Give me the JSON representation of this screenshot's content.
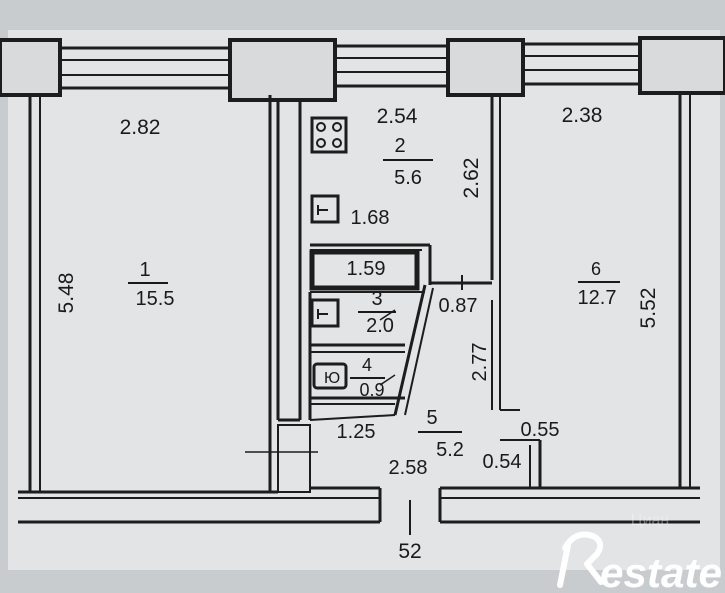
{
  "colors": {
    "background": "#c9ccce",
    "wall": "#1d1d1d",
    "paper": "#e4e6e7",
    "watermark": "#ffffff"
  },
  "rooms": [
    {
      "number": "1",
      "area": "15.5"
    },
    {
      "number": "2",
      "area": "5.6"
    },
    {
      "number": "3",
      "area": "2.0"
    },
    {
      "number": "4",
      "area": "0.9"
    },
    {
      "number": "5",
      "area": "5.2"
    },
    {
      "number": "6",
      "area": "12.7"
    }
  ],
  "dimensions": {
    "room1_width": "2.82",
    "room1_length": "5.48",
    "room2_width": "2.54",
    "room2_length": "2.62",
    "room2_partition": "1.68",
    "room3_width": "1.59",
    "passage_width": "0.87",
    "hall_length": "2.77",
    "hall_width_top": "1.25",
    "hall_width_bottom": "2.58",
    "niche_width": "0.55",
    "niche_depth": "0.54",
    "room6_width": "2.38",
    "room6_length": "5.52"
  },
  "fixture_symbols": {
    "bath_symbol": "Ю"
  },
  "apartment_number": "52",
  "watermark": {
    "brand": "Restate",
    "faint_text": "Циан"
  },
  "icons": [
    "stove-icon",
    "sink-icon",
    "washbasin-icon",
    "bathtub-icon",
    "restate-logo-icon"
  ]
}
